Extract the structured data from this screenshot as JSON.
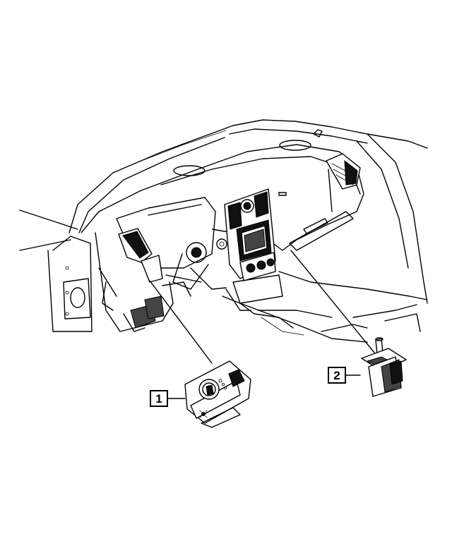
{
  "callouts": [
    {
      "label": "1",
      "part": "headlamp-switch"
    },
    {
      "label": "2",
      "part": "dash-mounted-sensor"
    }
  ],
  "colors": {
    "line": "#000000",
    "background": "#ffffff"
  }
}
